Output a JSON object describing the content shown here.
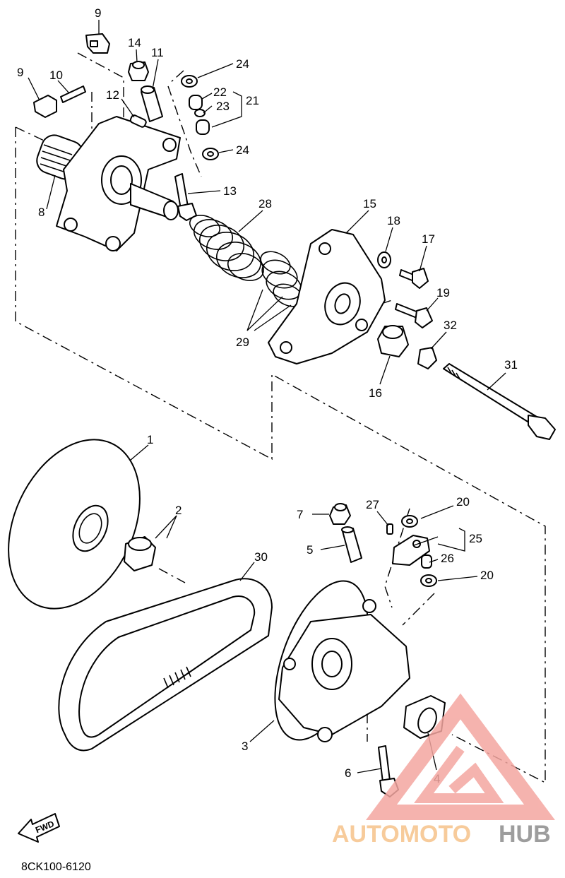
{
  "callouts": [
    {
      "id": "c9a",
      "label": "9"
    },
    {
      "id": "c14",
      "label": "14"
    },
    {
      "id": "c11",
      "label": "11"
    },
    {
      "id": "c24a",
      "label": "24"
    },
    {
      "id": "c9b",
      "label": "9"
    },
    {
      "id": "c10",
      "label": "10"
    },
    {
      "id": "c12",
      "label": "12"
    },
    {
      "id": "c22",
      "label": "22"
    },
    {
      "id": "c21",
      "label": "21"
    },
    {
      "id": "c23",
      "label": "23"
    },
    {
      "id": "c24b",
      "label": "24"
    },
    {
      "id": "c13",
      "label": "13"
    },
    {
      "id": "c8",
      "label": "8"
    },
    {
      "id": "c28",
      "label": "28"
    },
    {
      "id": "c15",
      "label": "15"
    },
    {
      "id": "c18",
      "label": "18"
    },
    {
      "id": "c17",
      "label": "17"
    },
    {
      "id": "c19",
      "label": "19"
    },
    {
      "id": "c32",
      "label": "32"
    },
    {
      "id": "c29",
      "label": "29"
    },
    {
      "id": "c16",
      "label": "16"
    },
    {
      "id": "c31",
      "label": "31"
    },
    {
      "id": "c1",
      "label": "1"
    },
    {
      "id": "c2",
      "label": "2"
    },
    {
      "id": "c20a",
      "label": "20"
    },
    {
      "id": "c7",
      "label": "7"
    },
    {
      "id": "c27",
      "label": "27"
    },
    {
      "id": "c25",
      "label": "25"
    },
    {
      "id": "c5",
      "label": "5"
    },
    {
      "id": "c26",
      "label": "26"
    },
    {
      "id": "c20b",
      "label": "20"
    },
    {
      "id": "c30",
      "label": "30"
    },
    {
      "id": "c3",
      "label": "3"
    },
    {
      "id": "c6",
      "label": "6"
    },
    {
      "id": "c4",
      "label": "4"
    }
  ],
  "fwd_label": "FWD",
  "diagram_code": "8CK100-6120",
  "watermark": {
    "part1": "AUTOMOTO",
    "part2": "HUB",
    "color_primary": "#f4a6a0",
    "color_secondary": "#8c8c8c",
    "color_accent": "#f6c38a"
  }
}
